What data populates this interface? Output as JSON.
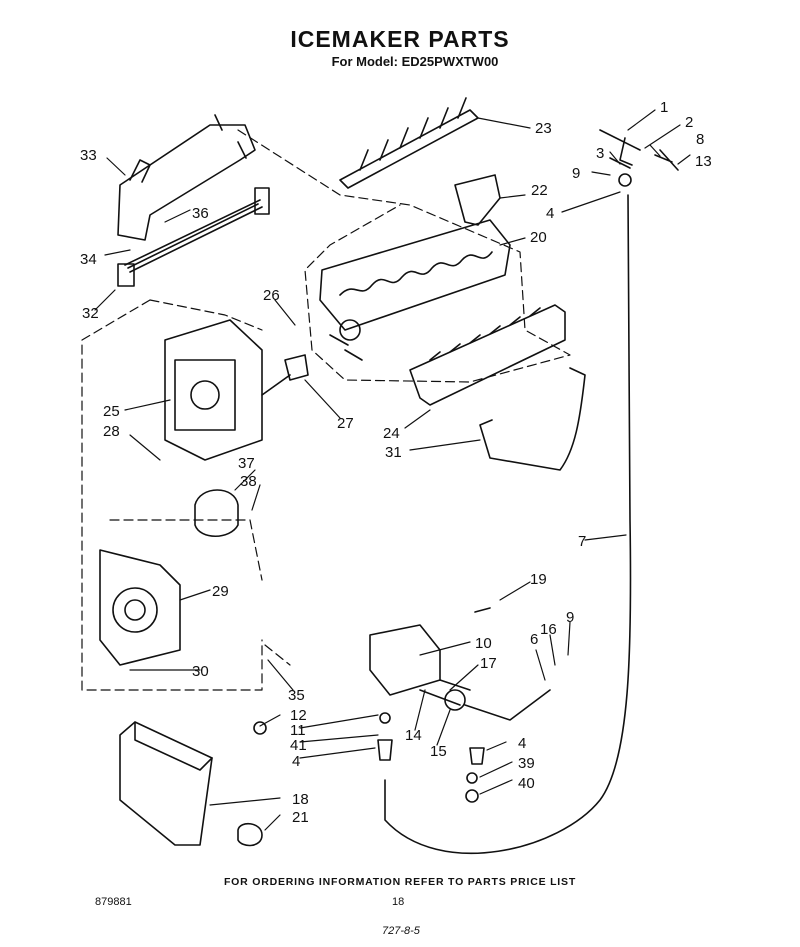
{
  "header": {
    "title": "ICEMAKER PARTS",
    "model": "For Model: ED25PWXTW00"
  },
  "footer": {
    "ordering_note": "FOR ORDERING INFORMATION REFER TO PARTS PRICE LIST",
    "document_number": "879881",
    "page_number": "18",
    "handwritten_note": "727-8-5"
  },
  "callouts": [
    "1",
    "2",
    "3",
    "8",
    "9",
    "13",
    "4",
    "22",
    "23",
    "20",
    "33",
    "36",
    "34",
    "32",
    "26",
    "25",
    "28",
    "27",
    "24",
    "31",
    "37",
    "38",
    "29",
    "30",
    "35",
    "7",
    "19",
    "10",
    "17",
    "16",
    "6",
    "9",
    "12",
    "11",
    "41",
    "4",
    "14",
    "15",
    "4",
    "39",
    "40",
    "18",
    "21"
  ]
}
